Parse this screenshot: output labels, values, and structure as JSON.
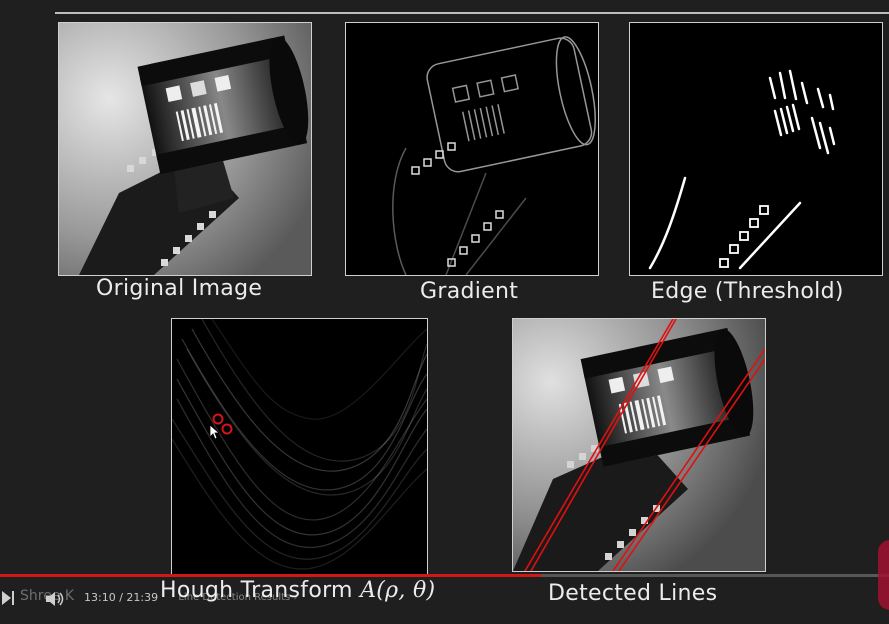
{
  "figure": {
    "panels": [
      {
        "caption": "Original Image"
      },
      {
        "caption": "Gradient"
      },
      {
        "caption": "Edge (Threshold)"
      },
      {
        "caption": "Hough Transform",
        "caption_math": "A(ρ, θ)"
      },
      {
        "caption": "Detected Lines"
      }
    ]
  },
  "player": {
    "current_time": "13:10",
    "separator": "/",
    "duration": "21:39",
    "chapter": "Line Detection Results",
    "channel": "Shree K",
    "progress": 0.608,
    "progress_color": "#d01818"
  }
}
